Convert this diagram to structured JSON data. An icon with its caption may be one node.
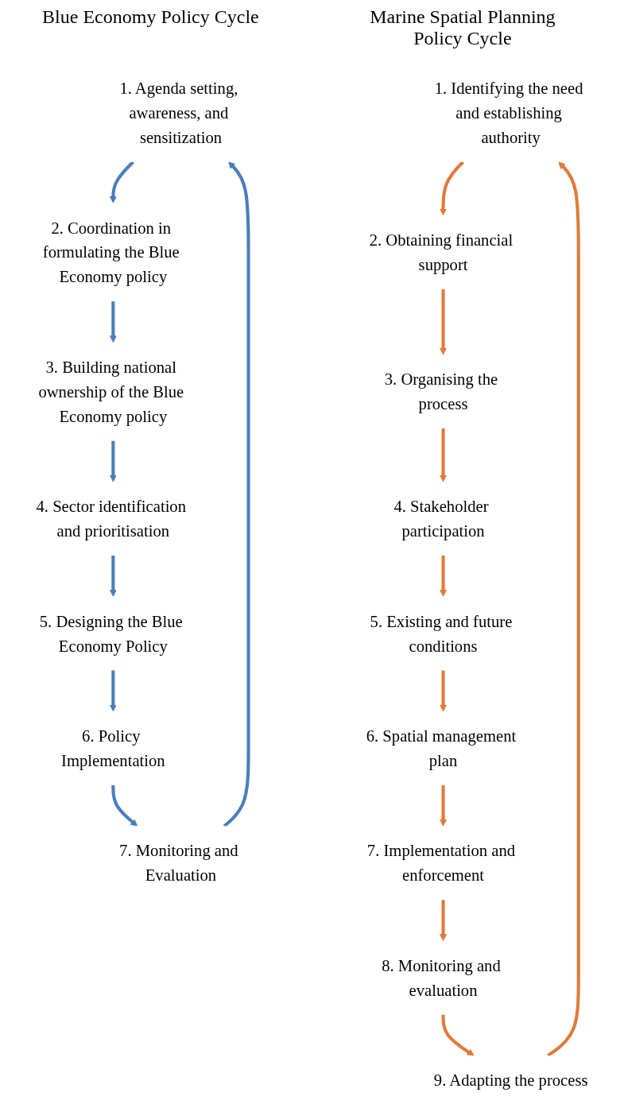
{
  "diagram": {
    "nodes": [
      {
        "text": [
          "1. Agenda setting, awareness, and sensitization"
        ]
      },
      {
        "text": [
          "2. Coordination in formulating the Blue Economy policy"
        ]
      },
      {
        "text": [
          "3. Building national ownership of the Blue Economy policy"
        ]
      },
      {
        "text": [
          "4. Sector identification and prioritisation"
        ]
      },
      {
        "text": [
          "5. Designing the Blue Economy Policy"
        ]
      },
      {
        "text": [
          "6. Policy Implementation"
        ]
      },
      {
        "text": [
          "7. Monitoring and Evaluation"
        ]
      },
      {
        "text": [
          "1. Identifying the need and establishing authority"
        ]
      },
      {
        "text": [
          "2. Obtaining financial support"
        ]
      },
      {
        "text": [
          "3. Organising the process"
        ]
      },
      {
        "text": [
          "4. Stakeholder participation"
        ]
      },
      {
        "text": [
          "5. Existing and future conditions"
        ]
      },
      {
        "text": [
          "6. Spatial management plan"
        ]
      },
      {
        "text": [
          "7. Implementation and enforcement"
        ]
      },
      {
        "text": [
          "8. Monitoring and evaluation"
        ]
      },
      {
        "text": [
          "9. Adapting the process"
        ]
      }
    ],
    "edges": [
      {
        "from": 6,
        "to": 0,
        "arrow": "to",
        "color": "#4a7ebb"
      },
      {
        "from": 0,
        "to": 1,
        "arrow": "to",
        "color": "#4a7ebb"
      },
      {
        "from": 1,
        "to": 2,
        "arrow": "to",
        "color": "#4a7ebb"
      },
      {
        "from": 2,
        "to": 3,
        "arrow": "to",
        "color": "#4a7ebb"
      },
      {
        "from": 3,
        "to": 4,
        "arrow": "to",
        "color": "#4a7ebb"
      },
      {
        "from": 4,
        "to": 5,
        "arrow": "to",
        "color": "#4a7ebb"
      },
      {
        "from": 5,
        "to": 6,
        "arrow": "to",
        "color": "#4a7ebb"
      },
      {
        "from": 15,
        "to": 7,
        "arrow": "to"
      },
      {
        "from": 7,
        "to": 8,
        "arrow": "to"
      },
      {
        "from": 8,
        "to": 9,
        "arrow": "to"
      },
      {
        "from": 9,
        "to": 10,
        "arrow": "to"
      },
      {
        "from": 10,
        "to": 11,
        "arrow": "to"
      },
      {
        "from": 11,
        "to": 12,
        "arrow": "to"
      },
      {
        "from": 12,
        "to": 13,
        "arrow": "to"
      },
      {
        "from": 13,
        "to": 14,
        "arrow": "to"
      },
      {
        "from": 14,
        "to": 15,
        "arrow": "to"
      }
    ],
    "labels": [
      "Blue Economy Policy Cycle",
      "Marine Spatial Planning Policy Cycle"
    ]
  }
}
